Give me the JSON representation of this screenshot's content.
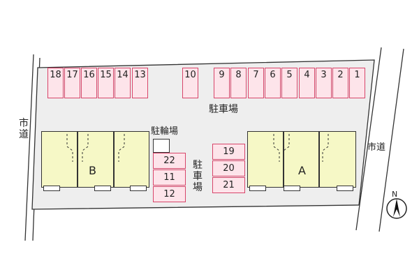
{
  "roads": {
    "left": "市道",
    "right": "市道"
  },
  "parking_label": "駐車場",
  "parking_label_vertical": [
    "駐",
    "車",
    "場"
  ],
  "bicycle_parking_label": "駐輪場",
  "top_spaces": [
    "18",
    "17",
    "16",
    "15",
    "14",
    "13",
    "10",
    "9",
    "8",
    "7",
    "6",
    "5",
    "4",
    "3",
    "2",
    "1"
  ],
  "center_spaces_left": [
    "22",
    "11",
    "12"
  ],
  "center_spaces_right": [
    "19",
    "20",
    "21"
  ],
  "buildings": {
    "left": "B",
    "right": "A"
  },
  "north_label": "N",
  "colors": {
    "space_fill": "#fde4ea",
    "space_border": "#d8456a",
    "building_fill": "#f6f8c6",
    "lot_fill": "#eeeeee"
  }
}
